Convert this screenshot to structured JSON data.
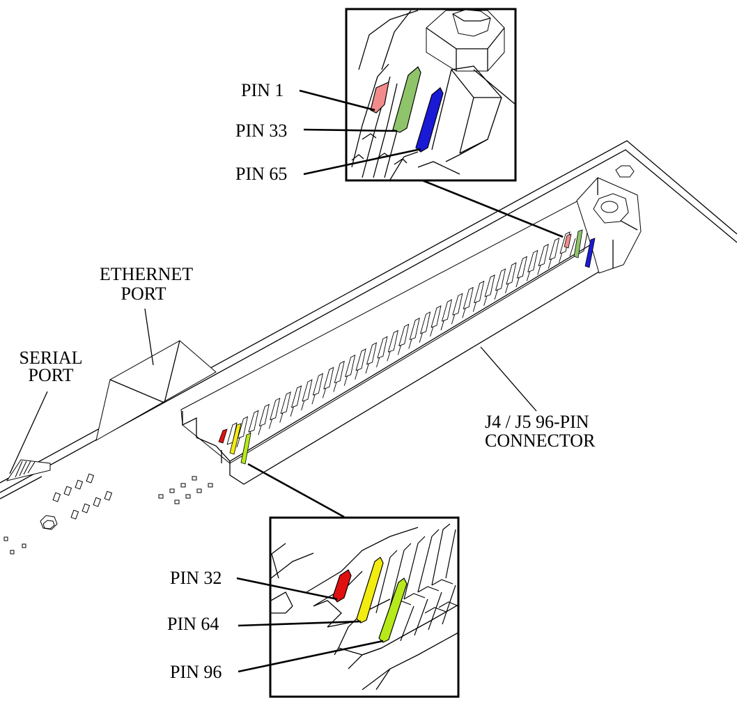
{
  "labels": {
    "pin1": "PIN 1",
    "pin33": "PIN 33",
    "pin65": "PIN 65",
    "pin32": "PIN 32",
    "pin64": "PIN 64",
    "pin96": "PIN 96",
    "ethernet_line1": "ETHERNET",
    "ethernet_line2": "PORT",
    "serial_line1": "SERIAL",
    "serial_line2": "PORT",
    "connector_line1": "J4 / J5 96-PIN",
    "connector_line2": "CONNECTOR"
  },
  "pin_colors": {
    "pin1": "#f28b8b",
    "pin33": "#8fc46a",
    "pin65": "#1a1ad6",
    "pin32": "#e01010",
    "pin64": "#f2ec10",
    "pin96": "#b6ea1a"
  },
  "connector": {
    "pin_count": 96,
    "rows": 3,
    "pins_per_row": 32
  }
}
